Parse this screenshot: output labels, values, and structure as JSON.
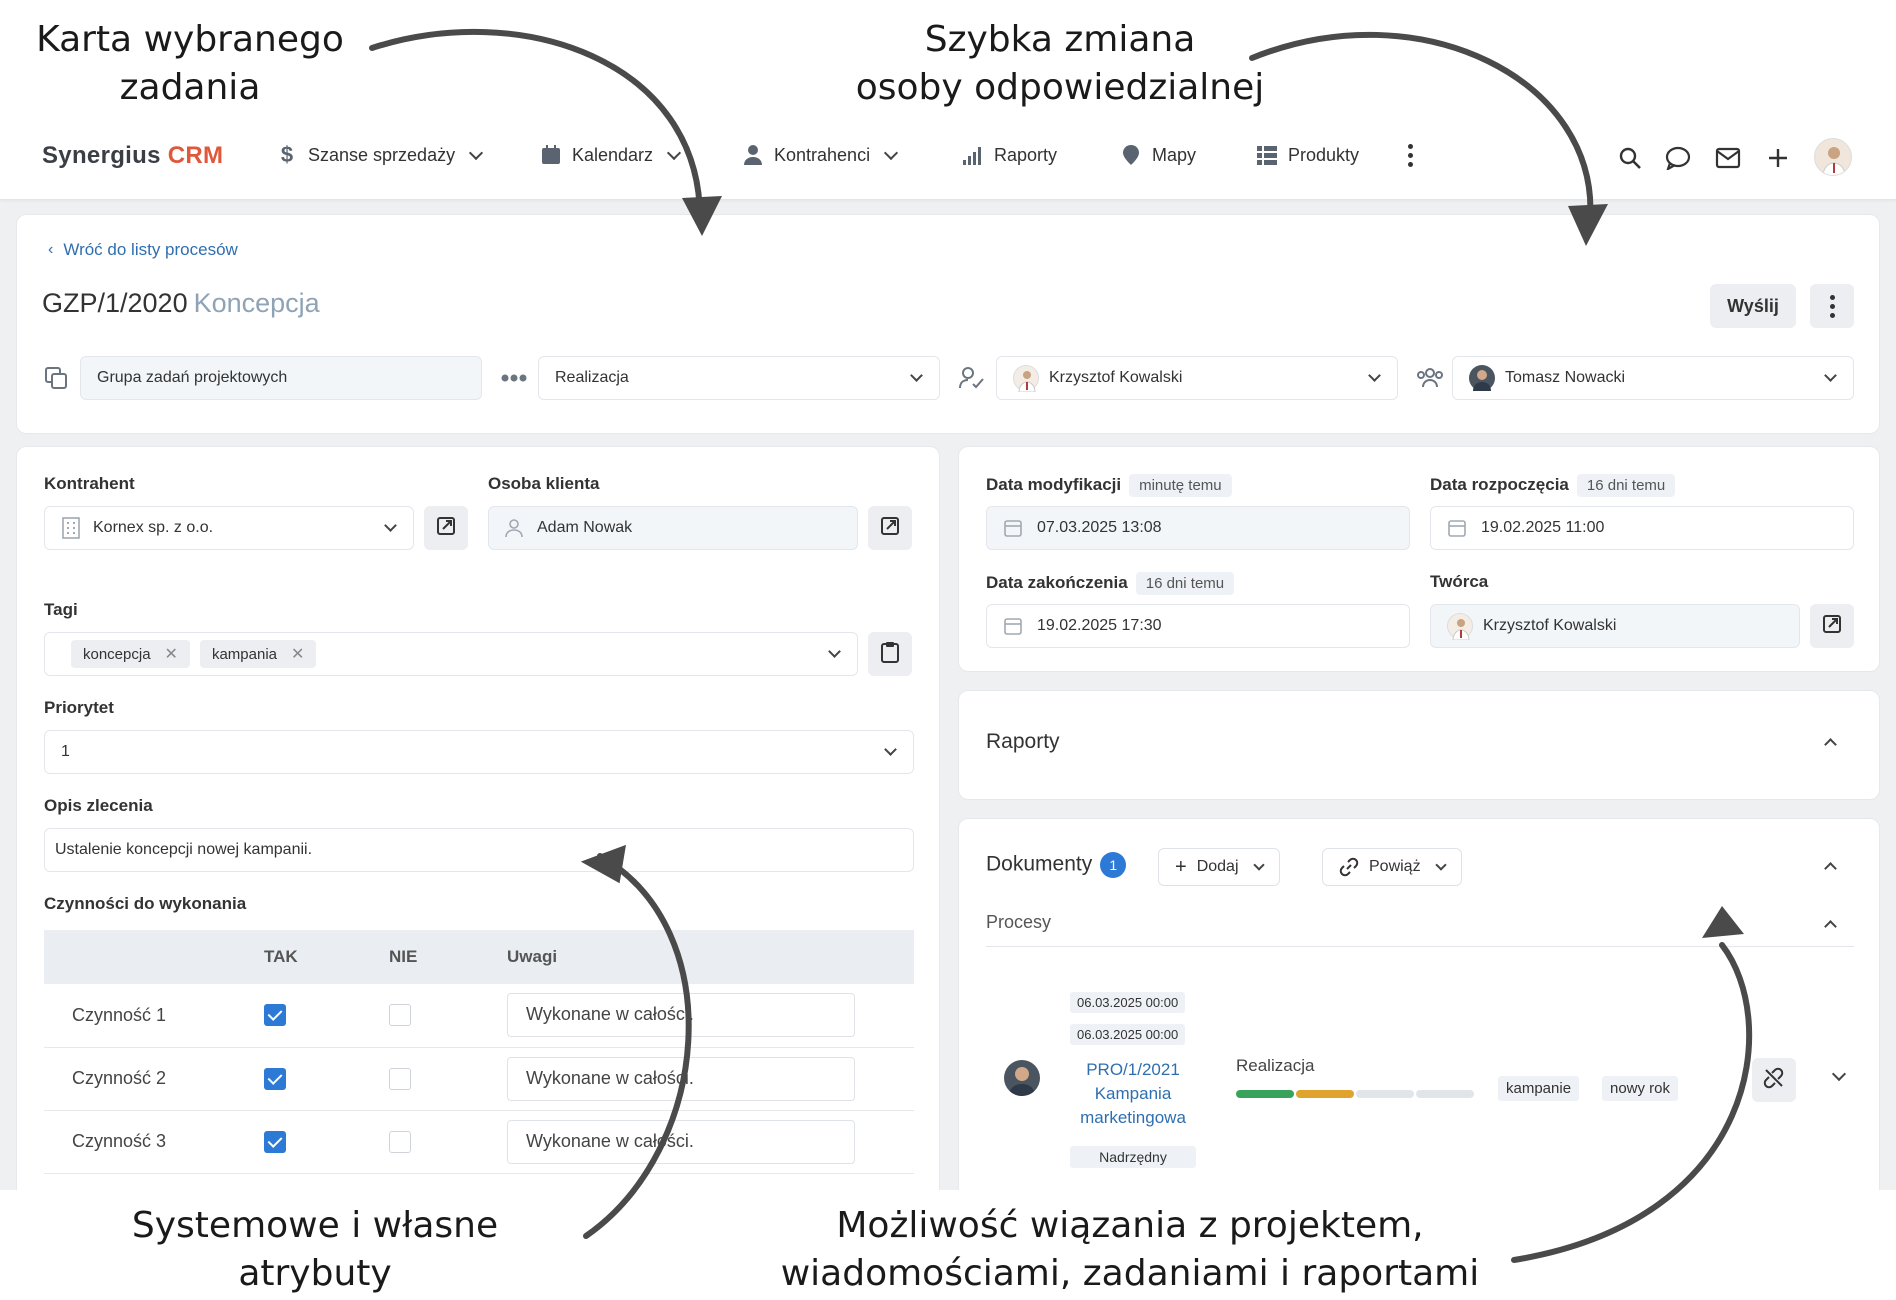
{
  "annotations": {
    "top_left": [
      "Karta wybranego",
      "zadania"
    ],
    "top_right": [
      "Szybka zmiana",
      "osoby odpowiedzialnej"
    ],
    "bottom_left": [
      "Systemowe i własne",
      "atrybuty"
    ],
    "bottom_right": [
      "Możliwość wiązania z projektem,",
      "wiadomościami, zadaniami i raportami"
    ]
  },
  "navbar": {
    "logo_part1": "Synergius",
    "logo_part2": "CRM",
    "items": [
      {
        "label": "Szanse sprzedaży",
        "icon": "dollar-icon",
        "dropdown": true
      },
      {
        "label": "Kalendarz",
        "icon": "calendar-icon",
        "dropdown": true
      },
      {
        "label": "Kontrahenci",
        "icon": "person-icon",
        "dropdown": true
      },
      {
        "label": "Raporty",
        "icon": "bar-chart-icon",
        "dropdown": false
      },
      {
        "label": "Mapy",
        "icon": "map-pin-icon",
        "dropdown": false
      },
      {
        "label": "Produkty",
        "icon": "list-icon",
        "dropdown": false
      }
    ],
    "right_icons": [
      "search-icon",
      "chat-icon",
      "mail-icon",
      "plus-icon"
    ]
  },
  "header": {
    "back_label": "Wróć do listy procesów",
    "code": "GZP/1/2020",
    "name": "Koncepcja",
    "send_label": "Wyślij",
    "group": "Grupa zadań projektowych",
    "stage": "Realizacja",
    "owner": "Krzysztof Kowalski",
    "participant": "Tomasz Nowacki"
  },
  "left": {
    "contractor_label": "Kontrahent",
    "contractor_value": "Kornex sp. z o.o.",
    "client_person_label": "Osoba klienta",
    "client_person_value": "Adam Nowak",
    "tags_label": "Tagi",
    "tags": [
      "koncepcja",
      "kampania"
    ],
    "priority_label": "Priorytet",
    "priority_value": "1",
    "description_label": "Opis zlecenia",
    "description_value": "Ustalenie koncepcji nowej kampanii.",
    "activities_label": "Czynności do wykonania",
    "table_headers": [
      "TAK",
      "NIE",
      "Uwagi"
    ],
    "activities": [
      {
        "name": "Czynność 1",
        "yes": true,
        "no": false,
        "note": "Wykonane w całości."
      },
      {
        "name": "Czynność 2",
        "yes": true,
        "no": false,
        "note": "Wykonane w całości."
      },
      {
        "name": "Czynność 3",
        "yes": true,
        "no": false,
        "note": "Wykonane w całości."
      }
    ]
  },
  "right": {
    "modified_label": "Data modyfikacji",
    "modified_ago": "minutę temu",
    "modified_value": "07.03.2025 13:08",
    "start_label": "Data rozpoczęcia",
    "start_ago": "16 dni temu",
    "start_value": "19.02.2025 11:00",
    "end_label": "Data zakończenia",
    "end_ago": "16 dni temu",
    "end_value": "19.02.2025 17:30",
    "creator_label": "Twórca",
    "creator_value": "Krzysztof Kowalski",
    "reports_title": "Raporty",
    "documents_title": "Dokumenty",
    "documents_count": "1",
    "add_label": "Dodaj",
    "link_label": "Powiąż",
    "processes_label": "Procesy",
    "process": {
      "date1": "06.03.2025 00:00",
      "date2": "06.03.2025 00:00",
      "code": "PRO/1/2021",
      "name1": "Kampania",
      "name2": "marketingowa",
      "relation": "Nadrzędny",
      "stage": "Realizacja",
      "progress_colors": [
        "#3aa35b",
        "#e0a32e",
        "#e1e5ea",
        "#e1e5ea"
      ],
      "tags": [
        "kampanie",
        "nowy rok"
      ]
    }
  }
}
